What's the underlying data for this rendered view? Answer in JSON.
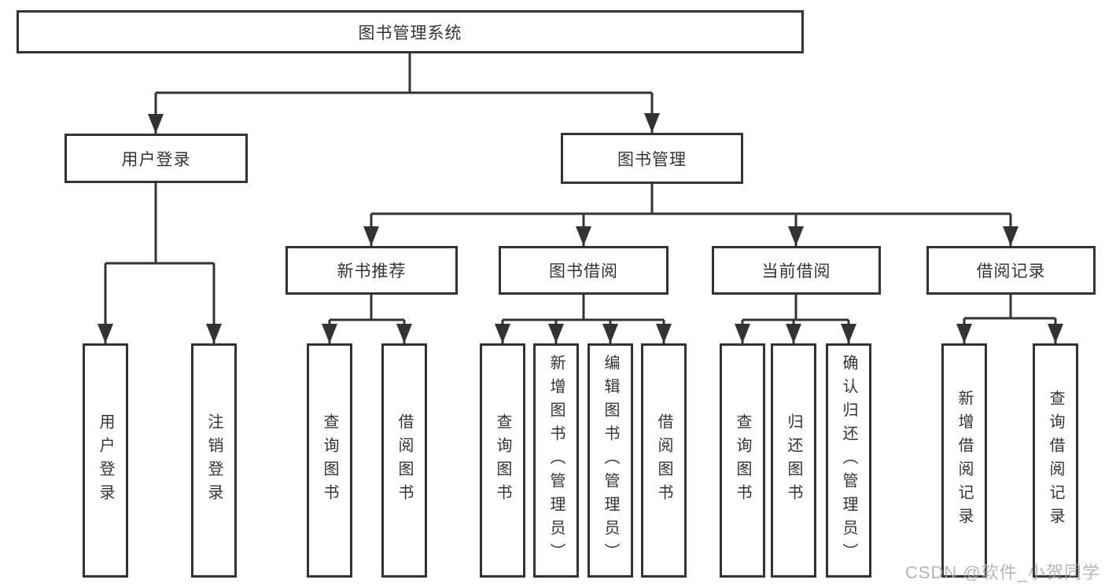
{
  "root": {
    "label": "图书管理系统"
  },
  "branches": {
    "user_login": {
      "label": "用户登录",
      "children": [
        "用户登录",
        "注销登录"
      ]
    },
    "book_mgmt": {
      "label": "图书管理",
      "sections": [
        {
          "label": "新书推荐",
          "children": [
            "查询图书",
            "借阅图书"
          ]
        },
        {
          "label": "图书借阅",
          "children": [
            "查询图书",
            "新增图书（管理员）",
            "编辑图书（管理员）",
            "借阅图书"
          ]
        },
        {
          "label": "当前借阅",
          "children": [
            "查询图书",
            "归还图书",
            "确认归还（管理员）"
          ]
        },
        {
          "label": "借阅记录",
          "children": [
            "新增借阅记录",
            "查询借阅记录"
          ]
        }
      ]
    }
  },
  "watermark": "CSDN @软件_小贺同学",
  "colors": {
    "line": "#333333",
    "text": "#333333",
    "box_background": "#ffffff",
    "watermark": "#a9a9a9"
  }
}
